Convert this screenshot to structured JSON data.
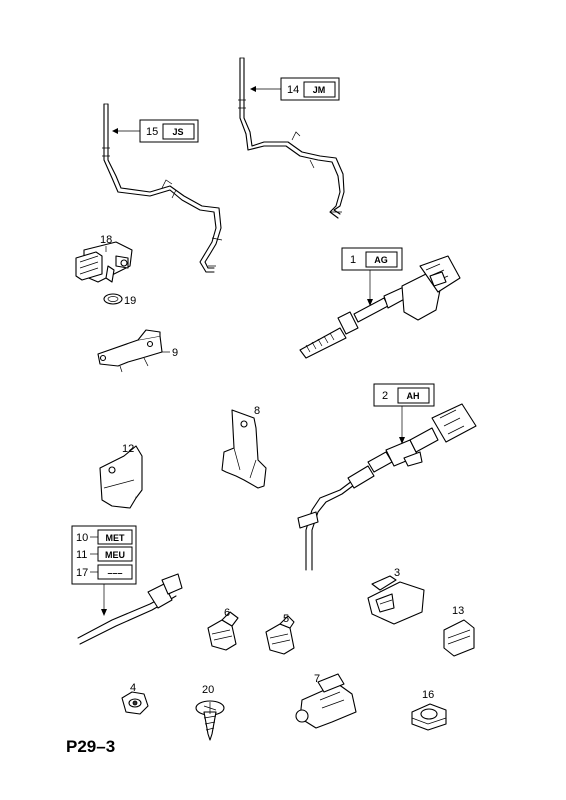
{
  "page_code": "P29–3",
  "callouts": {
    "c15": {
      "num": "15",
      "code": "JS"
    },
    "c14": {
      "num": "14",
      "code": "JM"
    },
    "c1": {
      "num": "1",
      "code": "AG"
    },
    "c2": {
      "num": "2",
      "code": "AH"
    },
    "c10": {
      "num": "10",
      "code": "MET"
    },
    "c11": {
      "num": "11",
      "code": "MEU"
    },
    "c17": {
      "num": "17",
      "code": "–––"
    }
  },
  "labels": {
    "p18": "18",
    "p19": "19",
    "p9": "9",
    "p8": "8",
    "p12": "12",
    "p3": "3",
    "p6": "6",
    "p5": "5",
    "p13": "13",
    "p4": "4",
    "p20": "20",
    "p7": "7",
    "p16": "16"
  }
}
